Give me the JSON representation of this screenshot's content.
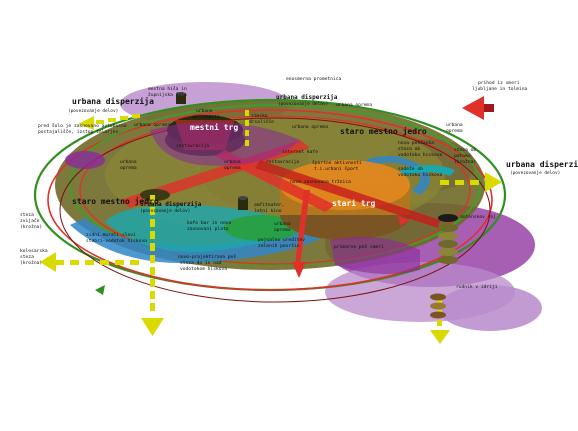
{
  "labels": {
    "urbana_disperzija_left": "urbana disperzija",
    "povezovanje_delov_left": "(povezovanje delov)",
    "urbana_disperzija_right": "urbana disperzija",
    "povezovanje_delov_right": "(povezovanje delov)",
    "urbana_disperzija_center": "urbana disperzija",
    "povezovanje_delov_center": "(povezovanje delov)",
    "urbana_disperzija_mid": "urbana disperzija",
    "povezovanje_delov_mid": "(povezovanje delov)",
    "mestni_trg": "mestni trg",
    "stari_trg": "stari trg",
    "staro_mestno_jedro_left": "staro mestno jedro",
    "staro_mestno_jedro_right": "staro mestno jedro",
    "mestna_hisa_1": "mestna hiša in",
    "mestna_hisa_2": "župnijska šola",
    "enosmerna_prometnica": "enosmerna prometnica",
    "prihod_1": "prihod iz smeri",
    "prihod_2": "ljubljane in tolmina",
    "pred_solo_1": "pred šolo je zasnovano avtobusno",
    "pred_solo_2": "postajališče, izstop tolarjev",
    "urbana_oprema_a": "urbana oprema",
    "urbana_oprema_b": "urbana oprema",
    "urbana_oprema_c": "urbana oprema",
    "urbana_oprema_d_1": "urbana",
    "urbana_oprema_d_2": "oprema",
    "urbana_oprema_e_1": "urbana",
    "urbana_oprema_e_2": "oprema",
    "urbana_oprema_f_1": "urbana",
    "urbana_oprema_f_2": "oprema",
    "urbana_oprema_g_1": "urbana",
    "urbana_oprema_g_2": "oprema",
    "urbana_oprema_h_1": "urbana",
    "urbana_oprema_h_2": "oprema",
    "urbana_oprema_i_1": "urbana",
    "urbana_oprema_i_2": "oprema",
    "urbane_aktivnosti_1": "urbane",
    "urbane_aktivnosti_2": "aktivnosti",
    "zimsko_drsalisce_1": "zimsko",
    "zimsko_drsalisce_2": "drsališče",
    "restavracija_1": "restavracija",
    "restavracija_2": "restavracija",
    "internet_kafe": "internet kafe",
    "sportne_1": "športne aktivnosti",
    "sportne_2": "t.i.urbani šport",
    "nova_trznica": "nova zasnovana tržnica",
    "nova_pesacka_1": "nova peščacka",
    "nova_pesacka_2": "steza ob",
    "nova_pesacka_3": "vodotoku hiskova",
    "sadeze_1": "sadeže ob",
    "sadeze_2": "vodotoku hiskova",
    "steza_ob_1": "steza ob",
    "steza_ob_2": "potoku",
    "steza_ob_3": "(krožna)",
    "amfiteater_1": "amfiteater,",
    "amfiteater_2": "letni kino",
    "kafe_bar_1": "kafe bar in novo",
    "kafe_bar_2": "zasnovani plato",
    "zidni_1": "zidni murali-slovi",
    "zidni_2": "stabri-vodotok hiskova",
    "pejsalno_1": "pejsalno ureditev",
    "pejsalno_2": "zelenih površin",
    "novo_proj_1": "novo-projektirana peš",
    "novo_proj_2": "steza do in nad",
    "novo_proj_3": "vodotokom hiskova",
    "primarne": "primarne peš smeri",
    "antenskov": "antenskov roj",
    "rudnik": "rudnik v idriji",
    "steza_left_1": "steza",
    "steza_left_2": "zvijače",
    "steza_left_3": "(krožna)",
    "kolesarska_1": "kolesarska",
    "kolesarska_2": "steza",
    "kolesarska_3": "(krožna)"
  },
  "colors": {
    "green_ring": "#2f8f1f",
    "red_ring": "#e0302a",
    "yellow_arrow": "#dada00",
    "purple": "#8a2a9a",
    "lilac": "#b98acb",
    "olive": "#7b7a2e",
    "brown": "#7a5523",
    "orange": "#e0761f",
    "blue": "#2f86c8",
    "teal": "#1aa8b0",
    "dark_red": "#a01818"
  }
}
